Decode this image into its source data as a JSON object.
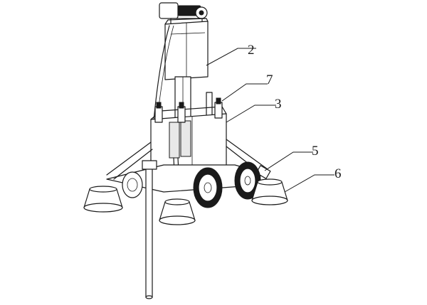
{
  "callouts": [
    {
      "label": "2"
    },
    {
      "label": "7"
    },
    {
      "label": "3"
    },
    {
      "label": "5"
    },
    {
      "label": "6"
    }
  ]
}
